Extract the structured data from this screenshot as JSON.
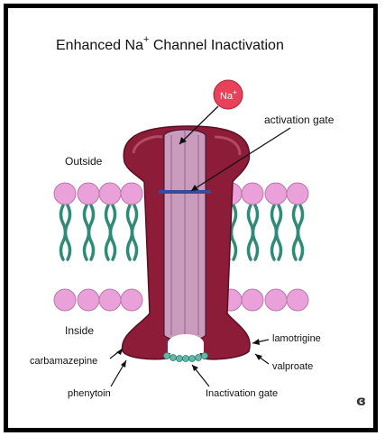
{
  "title": {
    "main": "Enhanced Na",
    "superscript": "+",
    "rest": " Channel Inactivation"
  },
  "ion": {
    "label": "Na",
    "charge": "+"
  },
  "labels": {
    "activation_gate": "activation gate",
    "outside": "Outside",
    "inside": "Inside",
    "carbamazepine": "carbamazepine",
    "phenytoin": "phenytoin",
    "inactivation_gate": "Inactivation gate",
    "lamotrigine": "lamotrigine",
    "valproate": "valproate"
  },
  "corner_mark": "ɞ",
  "colors": {
    "channel_dark": "#8c1c38",
    "channel_pore": "#c99bbd",
    "lipid_head": "#eaa0d8",
    "lipid_tail": "#2f8a78",
    "gate_bar": "#3a4a9a",
    "ion_fill": "#e8425a",
    "inactivation_beads": "#5fb8a8"
  }
}
